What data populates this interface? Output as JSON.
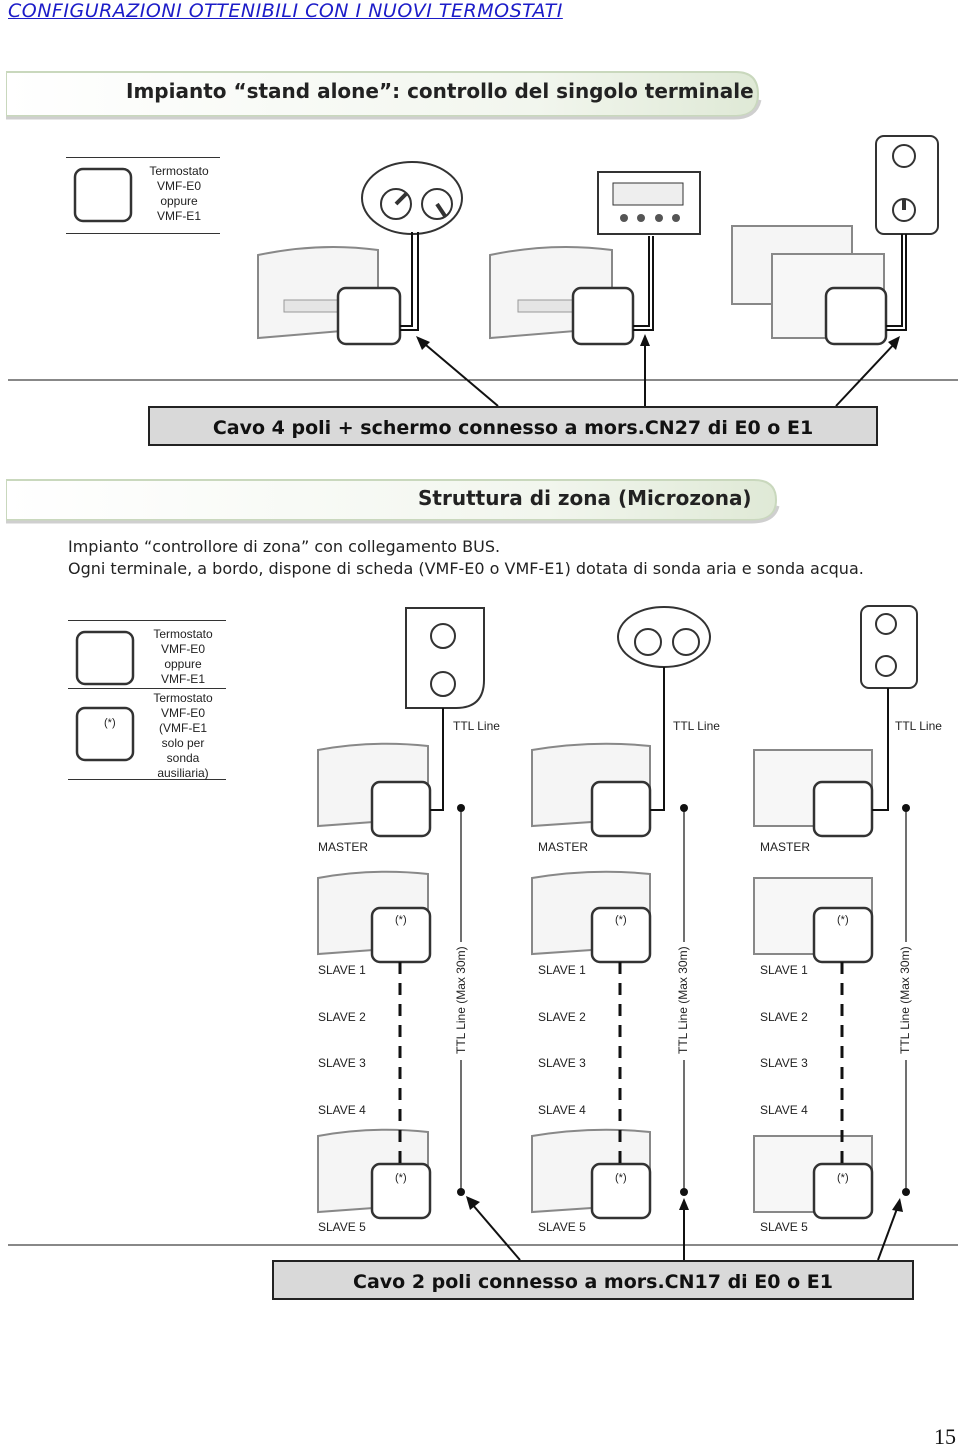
{
  "header": {
    "title": "CONFIGURAZIONI OTTENIBILI CON I NUOVI TERMOSTATI"
  },
  "section1": {
    "banner": "Impianto “stand alone”: controllo del singolo terminale",
    "legend": [
      "Termostato",
      "VMF-E0",
      "oppure",
      "VMF-E1"
    ],
    "cable_label": "Cavo 4 poli + schermo connesso a mors.CN27 di E0 o E1"
  },
  "section2": {
    "banner": "Struttura di zona (Microzona)",
    "intro_line1": "Impianto “controllore di zona” con collegamento BUS.",
    "intro_line2": "Ogni terminale, a bordo, dispone di scheda (VMF-E0 o VMF-E1) dotata di sonda aria e sonda acqua.",
    "legend1": [
      "Termostato",
      "VMF-E0",
      "oppure",
      "VMF-E1"
    ],
    "legend2": [
      "Termostato",
      "VMF-E0",
      "(VMF-E1",
      "solo per",
      "sonda",
      "ausiliaria)"
    ],
    "asterisk": "(*)",
    "ttl_line": "TTL Line",
    "ttl_line_max": "TTL Line (Max 30m)",
    "master": "MASTER",
    "slaves": [
      "SLAVE 1",
      "SLAVE 2",
      "SLAVE 3",
      "SLAVE 4",
      "SLAVE 5"
    ],
    "cable_label": "Cavo 2 poli  connesso a mors.CN17 di E0 o E1"
  },
  "page_number": "15"
}
